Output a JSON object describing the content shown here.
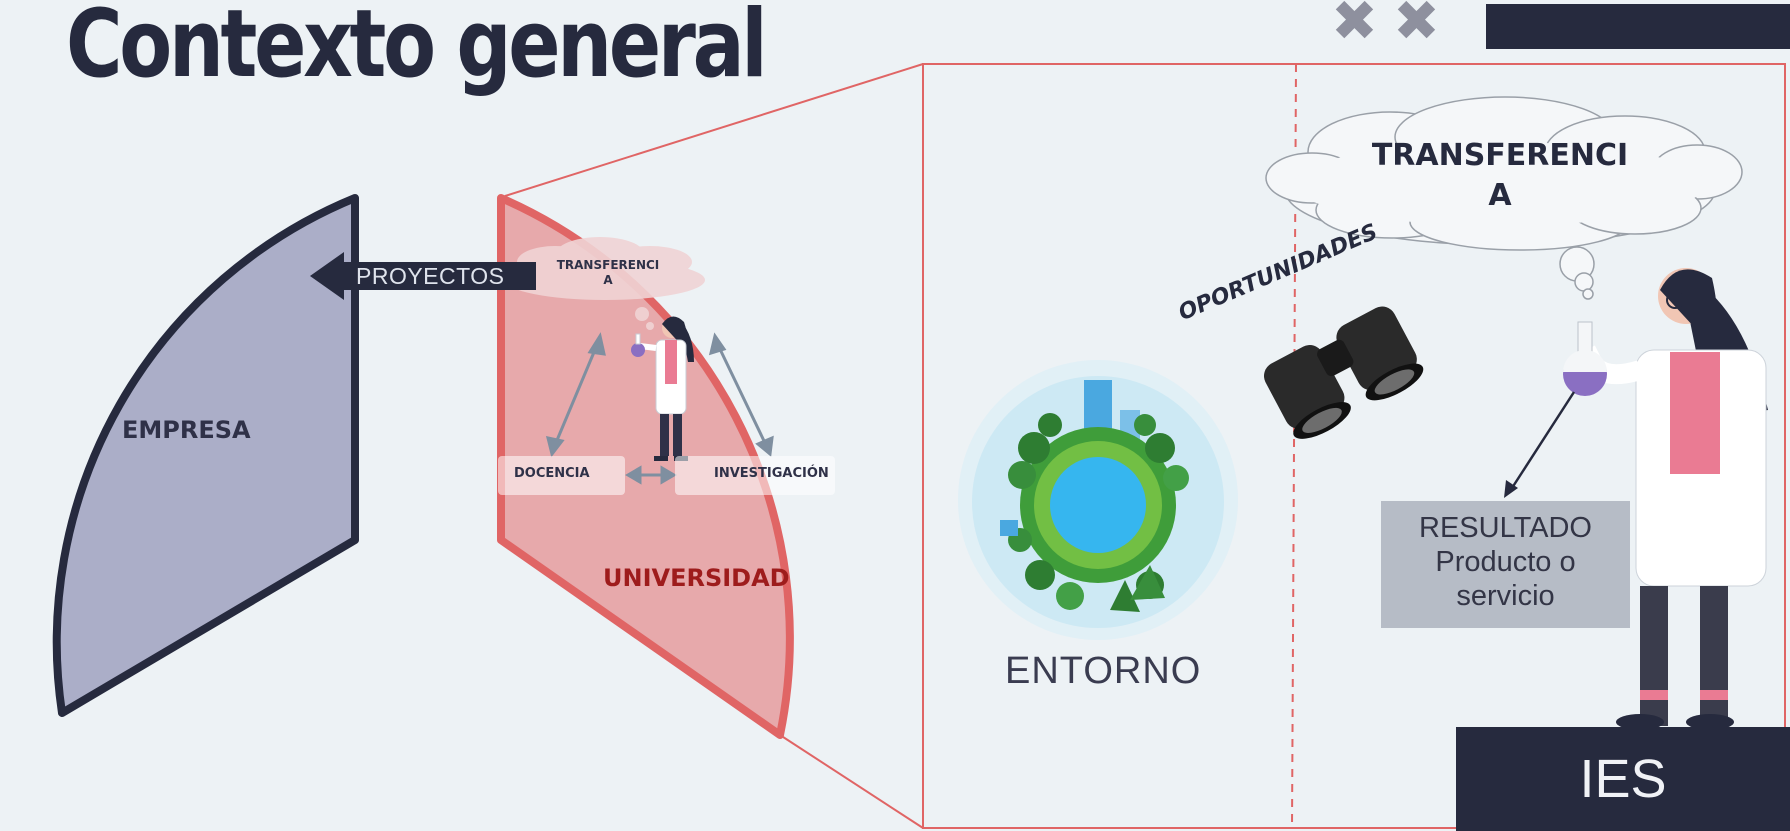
{
  "title": "Contexto general",
  "colors": {
    "dark": "#262a3e",
    "empresa_fill": "#abaec8",
    "universidad_fill": "#e7a9ab",
    "universidad_border": "#e06565",
    "accent_red": "#9e1c1c",
    "background": "#edf2f5"
  },
  "header": {
    "marks": [
      "✖",
      "✖"
    ]
  },
  "empresa": {
    "label": "EMPRESA"
  },
  "proyectos": {
    "label": "PROYECTOS"
  },
  "universidad": {
    "label": "UNIVERSIDAD",
    "thought_line1": "TRANSFERENCI",
    "thought_line2": "A",
    "docencia": "DOCENCIA",
    "investigacion": "INVESTIGACIÓN"
  },
  "zoom_panel": {
    "thought_line1": "TRANSFERENCI",
    "thought_line2": "A",
    "oportunidades": "OPORTUNIDADES",
    "entorno": "ENTORNO",
    "resultado": [
      "RESULTADO",
      "Producto o",
      "servicio"
    ],
    "ies": "IES"
  },
  "icons": [
    "globe-icon",
    "binoculars-icon",
    "scientist-icon",
    "flask-icon",
    "close-icon"
  ]
}
